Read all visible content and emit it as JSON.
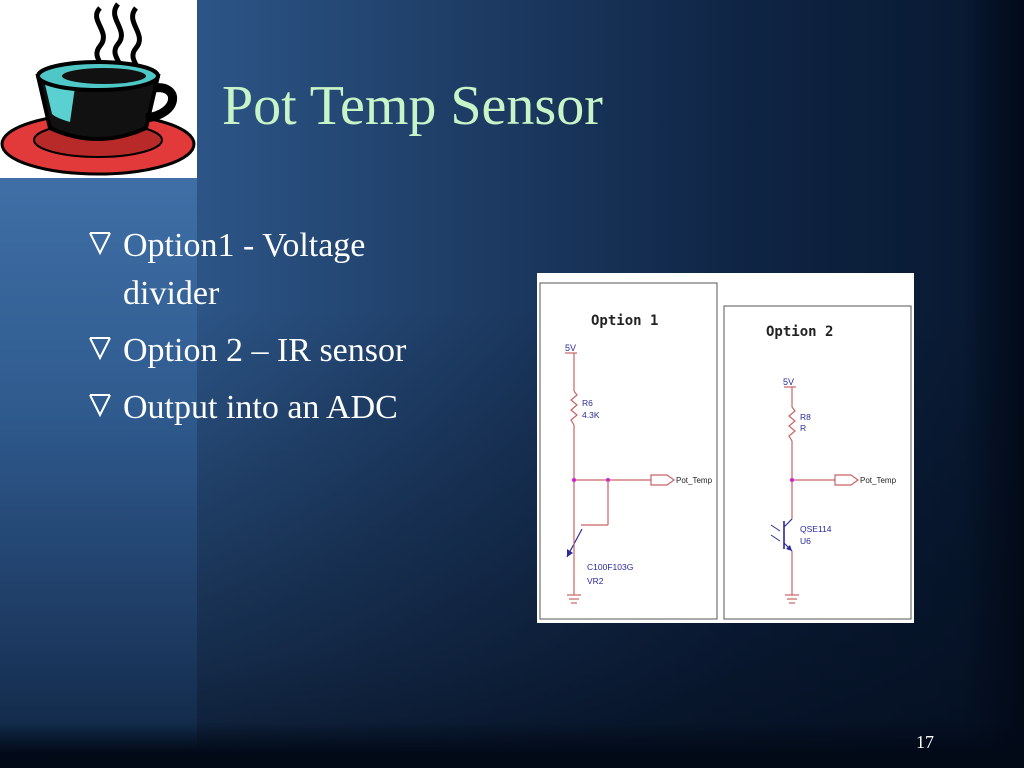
{
  "slide": {
    "title": "Pot Temp Sensor",
    "bullets": [
      "Option1 - Voltage divider",
      "Option 2 – IR sensor",
      "Output into an ADC"
    ],
    "page_number": "17"
  },
  "schematic": {
    "option1": {
      "label": "Option 1",
      "supply": "5V",
      "resistor_ref": "R6",
      "resistor_value": "4.3K",
      "net": "Pot_Temp",
      "sensor_part": "C100F103G",
      "sensor_ref": "VR2"
    },
    "option2": {
      "label": "Option 2",
      "supply": "5V",
      "resistor_ref": "R8",
      "resistor_value": "R",
      "net": "Pot_Temp",
      "sensor_part": "QSE114",
      "sensor_ref": "U6"
    }
  },
  "icons": {
    "logo": "coffee-cup-icon",
    "bullet": "check-mark-icon"
  },
  "colors": {
    "title": "#c8f5c8",
    "text": "#ffffff",
    "wire": "#c86464",
    "junction": "#d020d0",
    "schematic_label": "#2a2a9a"
  }
}
